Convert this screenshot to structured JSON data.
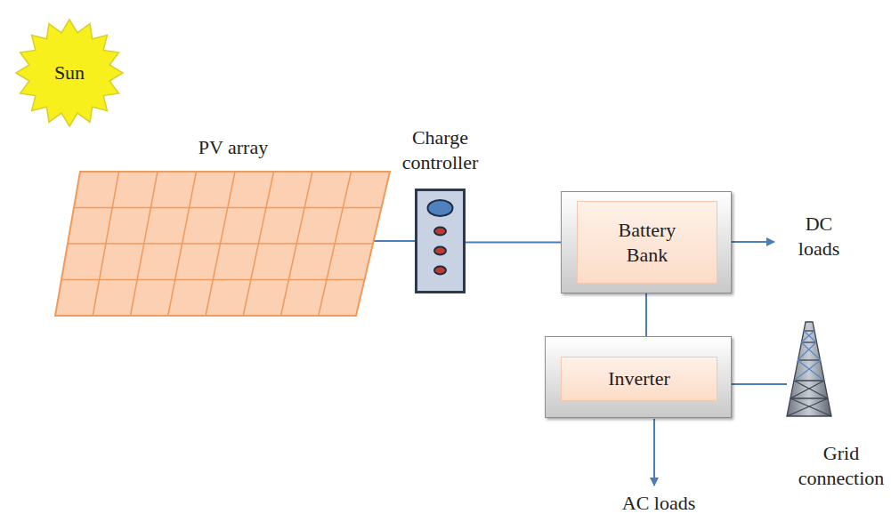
{
  "diagram": {
    "nodes": [
      {
        "text": [
          "Sun"
        ]
      },
      {
        "text": [
          "PV array"
        ]
      },
      {
        "text": [
          "Charge controller"
        ]
      },
      {
        "text": [
          "Battery Bank"
        ]
      },
      {
        "text": [
          "Inverter"
        ]
      }
    ],
    "edges": [
      {
        "from": 1,
        "to": 2,
        "arrow": "none"
      },
      {
        "from": 2,
        "to": 3,
        "arrow": "none"
      },
      {
        "from": 3,
        "to": 4,
        "arrow": "none"
      }
    ],
    "labels": [
      "DC loads",
      "AC loads",
      "Grid connection"
    ]
  }
}
